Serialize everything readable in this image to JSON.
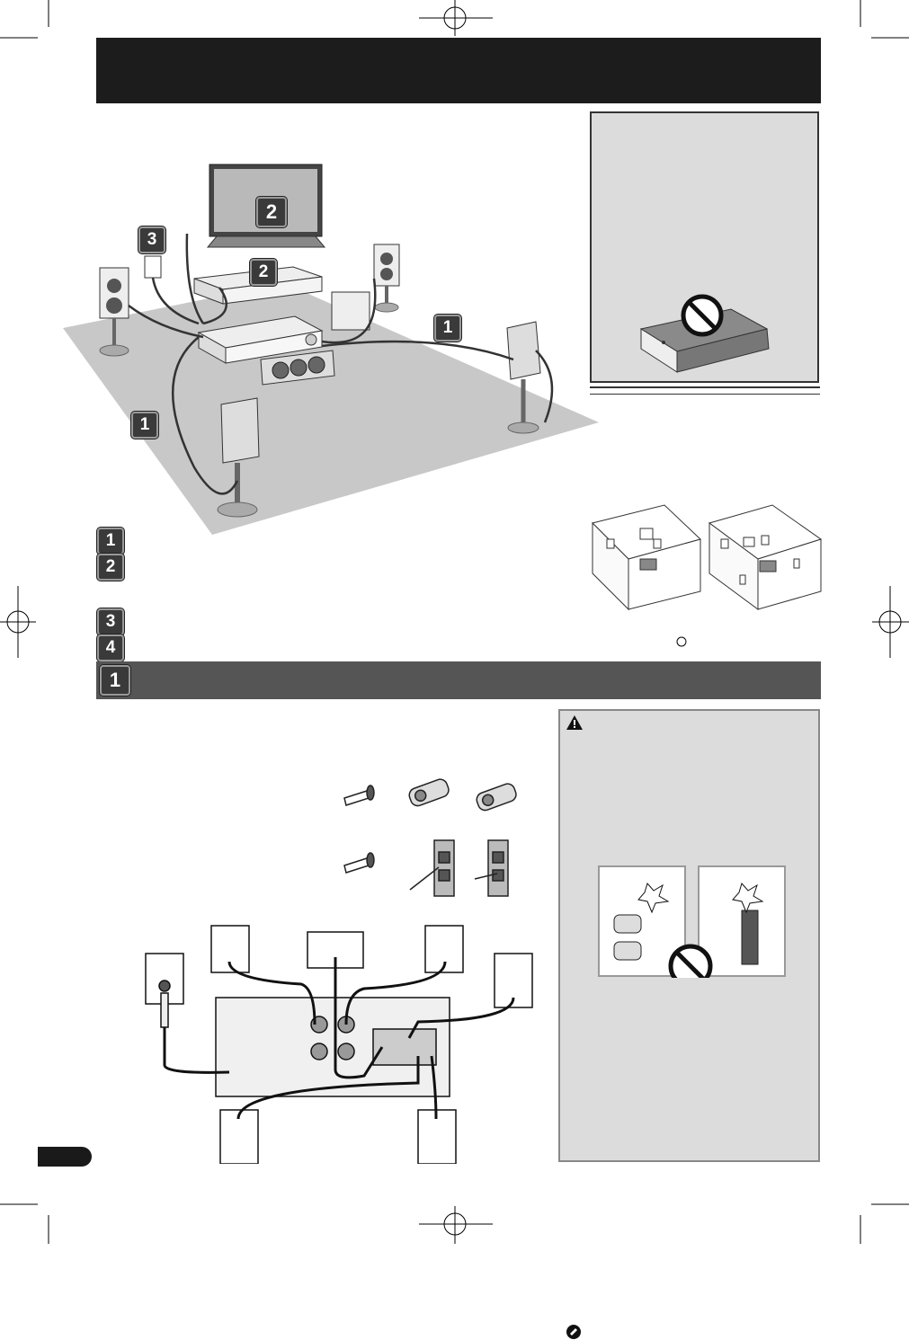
{
  "header": {
    "title": ""
  },
  "system_diagram": {
    "callouts": [
      "2",
      "3",
      "2",
      "1",
      "1"
    ]
  },
  "steps": [
    {
      "number": "1"
    },
    {
      "number": "2"
    },
    {
      "number": "3"
    },
    {
      "number": "4"
    }
  ],
  "section": {
    "number": "1",
    "title": ""
  },
  "caution": {
    "heading": ""
  },
  "colors": {
    "title_bar": "#1c1c1c",
    "section_bar": "#555555",
    "panel": "#dcdcdc"
  },
  "icons": [
    "registration-mark",
    "prohibited-icon",
    "warning-icon",
    "note-icon"
  ]
}
